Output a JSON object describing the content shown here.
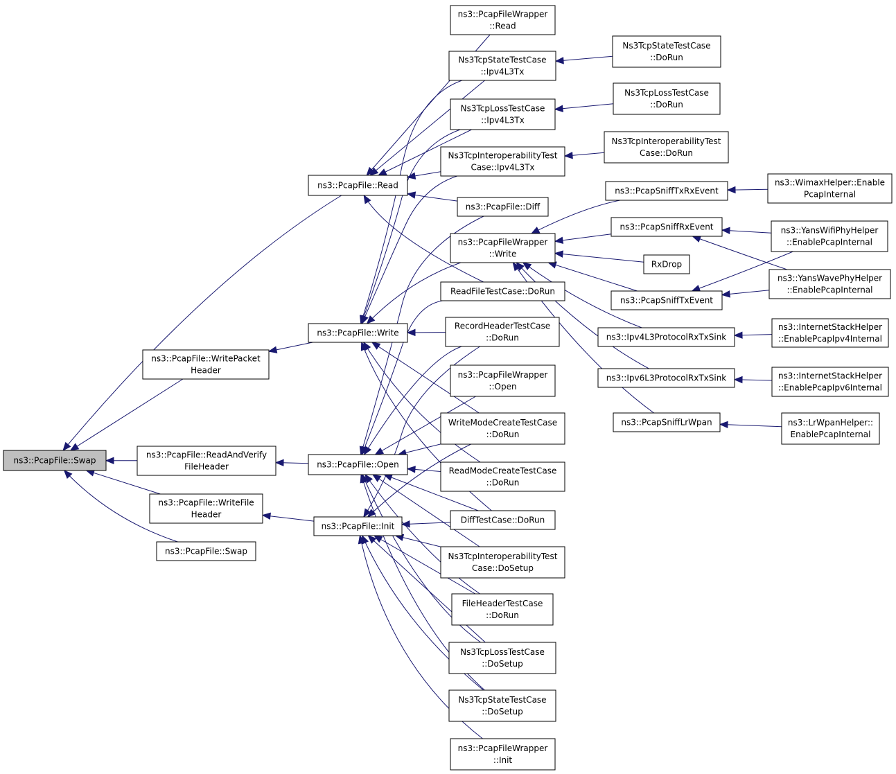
{
  "colors": {
    "edge": "#191970",
    "node_fill": "#ffffff",
    "focus_fill": "#bfbfbf",
    "border": "#000000"
  },
  "nodes": [
    {
      "id": "swap_main",
      "lines": [
        "ns3::PcapFile::Swap"
      ],
      "highlighted": true
    },
    {
      "id": "read",
      "lines": [
        "ns3::PcapFile::Read"
      ]
    },
    {
      "id": "write_packet_header",
      "lines": [
        "ns3::PcapFile::WritePacket",
        "Header"
      ]
    },
    {
      "id": "read_and_verify",
      "lines": [
        "ns3::PcapFile::ReadAndVerify",
        "FileHeader"
      ]
    },
    {
      "id": "write_file_header",
      "lines": [
        "ns3::PcapFile::WriteFile",
        "Header"
      ]
    },
    {
      "id": "swap2",
      "lines": [
        "ns3::PcapFile::Swap"
      ]
    },
    {
      "id": "write",
      "lines": [
        "ns3::PcapFile::Write"
      ]
    },
    {
      "id": "open",
      "lines": [
        "ns3::PcapFile::Open"
      ]
    },
    {
      "id": "init",
      "lines": [
        "ns3::PcapFile::Init"
      ]
    },
    {
      "id": "pfw_read",
      "lines": [
        "ns3::PcapFileWrapper",
        "::Read"
      ]
    },
    {
      "id": "state_ipv4",
      "lines": [
        "Ns3TcpStateTestCase",
        "::Ipv4L3Tx"
      ]
    },
    {
      "id": "loss_ipv4",
      "lines": [
        "Ns3TcpLossTestCase",
        "::Ipv4L3Tx"
      ]
    },
    {
      "id": "interop_ipv4",
      "lines": [
        "Ns3TcpInteroperabilityTest",
        "Case::Ipv4L3Tx"
      ]
    },
    {
      "id": "diff",
      "lines": [
        "ns3::PcapFile::Diff"
      ]
    },
    {
      "id": "pfw_write",
      "lines": [
        "ns3::PcapFileWrapper",
        "::Write"
      ]
    },
    {
      "id": "readfile_run",
      "lines": [
        "ReadFileTestCase::DoRun"
      ]
    },
    {
      "id": "recordheader_run",
      "lines": [
        "RecordHeaderTestCase",
        "::DoRun"
      ]
    },
    {
      "id": "pfw_open",
      "lines": [
        "ns3::PcapFileWrapper",
        "::Open"
      ]
    },
    {
      "id": "writemode_run",
      "lines": [
        "WriteModeCreateTestCase",
        "::DoRun"
      ]
    },
    {
      "id": "readmode_run",
      "lines": [
        "ReadModeCreateTestCase",
        "::DoRun"
      ]
    },
    {
      "id": "difftest_run",
      "lines": [
        "DiffTestCase::DoRun"
      ]
    },
    {
      "id": "interop_setup",
      "lines": [
        "Ns3TcpInteroperabilityTest",
        "Case::DoSetup"
      ]
    },
    {
      "id": "fileheader_run",
      "lines": [
        "FileHeaderTestCase",
        "::DoRun"
      ]
    },
    {
      "id": "loss_setup",
      "lines": [
        "Ns3TcpLossTestCase",
        "::DoSetup"
      ]
    },
    {
      "id": "state_setup",
      "lines": [
        "Ns3TcpStateTestCase",
        "::DoSetup"
      ]
    },
    {
      "id": "pfw_init",
      "lines": [
        "ns3::PcapFileWrapper",
        "::Init"
      ]
    },
    {
      "id": "state_run",
      "lines": [
        "Ns3TcpStateTestCase",
        "::DoRun"
      ]
    },
    {
      "id": "loss_run",
      "lines": [
        "Ns3TcpLossTestCase",
        "::DoRun"
      ]
    },
    {
      "id": "interop_run",
      "lines": [
        "Ns3TcpInteroperabilityTest",
        "Case::DoRun"
      ]
    },
    {
      "id": "sniff_txrx",
      "lines": [
        "ns3::PcapSniffTxRxEvent"
      ]
    },
    {
      "id": "sniff_rx",
      "lines": [
        "ns3::PcapSniffRxEvent"
      ]
    },
    {
      "id": "rxdrop",
      "lines": [
        "RxDrop"
      ]
    },
    {
      "id": "sniff_tx",
      "lines": [
        "ns3::PcapSniffTxEvent"
      ]
    },
    {
      "id": "ipv4_sink",
      "lines": [
        "ns3::Ipv4L3ProtocolRxTxSink"
      ]
    },
    {
      "id": "ipv6_sink",
      "lines": [
        "ns3::Ipv6L3ProtocolRxTxSink"
      ]
    },
    {
      "id": "sniff_lrwpan",
      "lines": [
        "ns3::PcapSniffLrWpan"
      ]
    },
    {
      "id": "wimax",
      "lines": [
        "ns3::WimaxHelper::Enable",
        "PcapInternal"
      ]
    },
    {
      "id": "yanswifi",
      "lines": [
        "ns3::YansWifiPhyHelper",
        "::EnablePcapInternal"
      ]
    },
    {
      "id": "yanswave",
      "lines": [
        "ns3::YansWavePhyHelper",
        "::EnablePcapInternal"
      ]
    },
    {
      "id": "inet_ipv4",
      "lines": [
        "ns3::InternetStackHelper",
        "::EnablePcapIpv4Internal"
      ]
    },
    {
      "id": "inet_ipv6",
      "lines": [
        "ns3::InternetStackHelper",
        "::EnablePcapIpv6Internal"
      ]
    },
    {
      "id": "lrwpan",
      "lines": [
        "ns3::LrWpanHelper::",
        "EnablePcapInternal"
      ]
    }
  ],
  "edges": [
    [
      "read",
      "swap_main"
    ],
    [
      "write_packet_header",
      "swap_main"
    ],
    [
      "read_and_verify",
      "swap_main"
    ],
    [
      "write_file_header",
      "swap_main"
    ],
    [
      "swap2",
      "swap_main"
    ],
    [
      "write",
      "write_packet_header"
    ],
    [
      "open",
      "read_and_verify"
    ],
    [
      "init",
      "write_file_header"
    ],
    [
      "pfw_read",
      "read"
    ],
    [
      "state_ipv4",
      "read"
    ],
    [
      "loss_ipv4",
      "read"
    ],
    [
      "interop_ipv4",
      "read"
    ],
    [
      "diff",
      "read"
    ],
    [
      "readfile_run",
      "read"
    ],
    [
      "state_ipv4",
      "write"
    ],
    [
      "loss_ipv4",
      "write"
    ],
    [
      "interop_ipv4",
      "write"
    ],
    [
      "pfw_write",
      "write"
    ],
    [
      "recordheader_run",
      "write"
    ],
    [
      "writemode_run",
      "write"
    ],
    [
      "readmode_run",
      "write"
    ],
    [
      "difftest_run",
      "write"
    ],
    [
      "diff",
      "open"
    ],
    [
      "readfile_run",
      "open"
    ],
    [
      "recordheader_run",
      "open"
    ],
    [
      "pfw_open",
      "open"
    ],
    [
      "writemode_run",
      "open"
    ],
    [
      "readmode_run",
      "open"
    ],
    [
      "difftest_run",
      "open"
    ],
    [
      "interop_setup",
      "open"
    ],
    [
      "fileheader_run",
      "open"
    ],
    [
      "loss_setup",
      "open"
    ],
    [
      "state_setup",
      "open"
    ],
    [
      "recordheader_run",
      "init"
    ],
    [
      "writemode_run",
      "init"
    ],
    [
      "difftest_run",
      "init"
    ],
    [
      "interop_setup",
      "init"
    ],
    [
      "fileheader_run",
      "init"
    ],
    [
      "loss_setup",
      "init"
    ],
    [
      "state_setup",
      "init"
    ],
    [
      "pfw_init",
      "init"
    ],
    [
      "state_run",
      "state_ipv4"
    ],
    [
      "loss_run",
      "loss_ipv4"
    ],
    [
      "interop_run",
      "interop_ipv4"
    ],
    [
      "sniff_txrx",
      "pfw_write"
    ],
    [
      "sniff_rx",
      "pfw_write"
    ],
    [
      "rxdrop",
      "pfw_write"
    ],
    [
      "sniff_tx",
      "pfw_write"
    ],
    [
      "ipv4_sink",
      "pfw_write"
    ],
    [
      "ipv6_sink",
      "pfw_write"
    ],
    [
      "sniff_lrwpan",
      "pfw_write"
    ],
    [
      "wimax",
      "sniff_txrx"
    ],
    [
      "yanswifi",
      "sniff_rx"
    ],
    [
      "yanswave",
      "sniff_rx"
    ],
    [
      "yanswifi",
      "sniff_tx"
    ],
    [
      "yanswave",
      "sniff_tx"
    ],
    [
      "inet_ipv4",
      "ipv4_sink"
    ],
    [
      "inet_ipv6",
      "ipv6_sink"
    ],
    [
      "lrwpan",
      "sniff_lrwpan"
    ]
  ]
}
